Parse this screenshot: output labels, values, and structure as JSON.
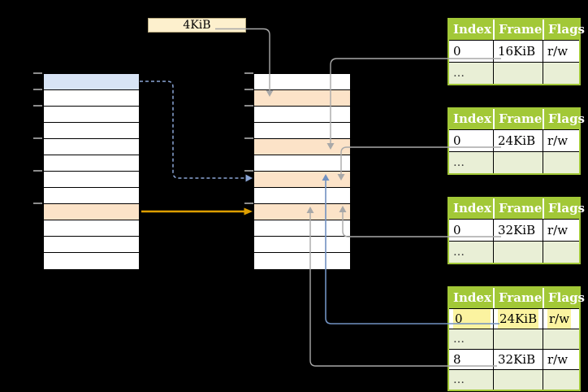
{
  "colors": {
    "background": "#000000",
    "cell_white": "#ffffff",
    "cell_blue": "#d8e4f5",
    "cell_orange": "#fce3c8",
    "label_bg": "#fdf0cd",
    "table_green": "#a2c837",
    "table_row_green": "#e9efd6",
    "highlight_yellow": "#fbf3a0",
    "arrow_gray": "#a8a8a8",
    "arrow_blue": "#7191c1",
    "arrow_blue_dashed": "#8aa5d6",
    "arrow_amber": "#dd9e00",
    "tick_gray": "#8c8c8c"
  },
  "size_label": {
    "text": "4KiB"
  },
  "left_column": {
    "cells": [
      "blue",
      "white",
      "white",
      "white",
      "white",
      "white",
      "white",
      "white",
      "orange",
      "white",
      "white",
      "white"
    ]
  },
  "middle_column": {
    "cells": [
      "white",
      "orange",
      "white",
      "white",
      "orange",
      "white",
      "orange",
      "white",
      "orange",
      "white",
      "white",
      "white"
    ]
  },
  "tables": [
    {
      "headers": [
        "Index",
        "Frame",
        "Flags"
      ],
      "rows": [
        {
          "cells": [
            "0",
            "16KiB",
            "r/w"
          ]
        },
        {
          "cells": [
            "…",
            "",
            ""
          ],
          "shaded": true
        }
      ]
    },
    {
      "headers": [
        "Index",
        "Frame",
        "Flags"
      ],
      "rows": [
        {
          "cells": [
            "0",
            "24KiB",
            "r/w"
          ]
        },
        {
          "cells": [
            "…",
            "",
            ""
          ],
          "shaded": true
        }
      ]
    },
    {
      "headers": [
        "Index",
        "Frame",
        "Flags"
      ],
      "rows": [
        {
          "cells": [
            "0",
            "32KiB",
            "r/w"
          ]
        },
        {
          "cells": [
            "…",
            "",
            ""
          ],
          "shaded": true
        }
      ]
    },
    {
      "headers": [
        "Index",
        "Frame",
        "Flags"
      ],
      "rows": [
        {
          "cells": [
            "0",
            "24KiB",
            "r/w"
          ],
          "highlighted": true
        },
        {
          "cells": [
            "…",
            "",
            ""
          ],
          "shaded": true
        },
        {
          "cells": [
            "8",
            "32KiB",
            "r/w"
          ]
        },
        {
          "cells": [
            "…",
            "",
            ""
          ],
          "shaded": true
        }
      ]
    }
  ],
  "arrows": [
    {
      "name": "frame-size-arrow",
      "style": "solid",
      "color_key": "arrow_gray"
    },
    {
      "name": "pt1-location-arrow",
      "style": "solid",
      "color_key": "arrow_gray"
    },
    {
      "name": "pt2-location-arrow",
      "style": "solid",
      "color_key": "arrow_gray"
    },
    {
      "name": "pt3-location-arrow",
      "style": "solid",
      "color_key": "arrow_gray"
    },
    {
      "name": "pt4-row1-location-arrow",
      "style": "solid",
      "color_key": "arrow_blue"
    },
    {
      "name": "pt4-row3-location-arrow",
      "style": "solid",
      "color_key": "arrow_gray"
    },
    {
      "name": "level2-entry-arrow",
      "style": "dashed",
      "color_key": "arrow_blue_dashed"
    },
    {
      "name": "level1-entry-arrow",
      "style": "solid",
      "color_key": "arrow_amber"
    }
  ]
}
